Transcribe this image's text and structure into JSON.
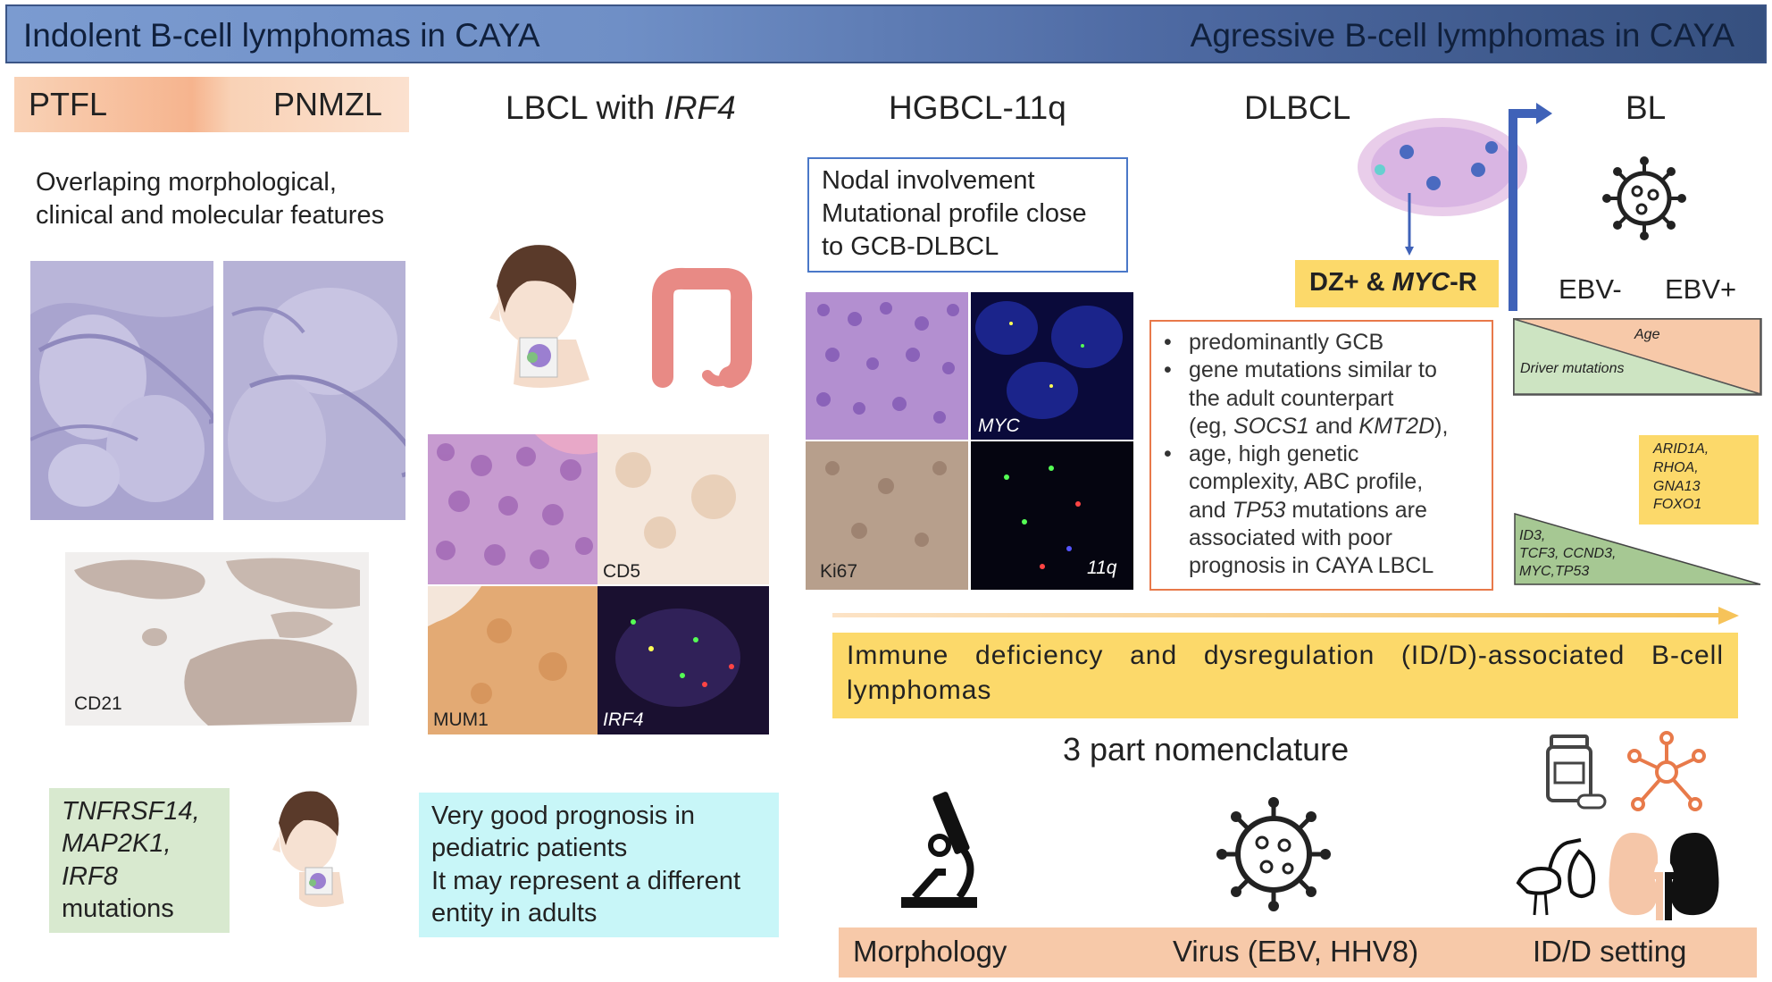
{
  "banner": {
    "left": "Indolent B-cell lymphomas in CAYA",
    "right": "Agressive B-cell lymphomas in CAYA"
  },
  "indolent": {
    "ptfl": "PTFL",
    "pnmzl": "PNMZL",
    "overlap_1": "Overlaping morphological,",
    "overlap_2": "clinical and molecular features",
    "cd21": "CD21",
    "mut_1": "TNFRSF14,",
    "mut_2": "MAP2K1,",
    "mut_3": "IRF8",
    "mut_4": "mutations"
  },
  "lbcl": {
    "title_prefix": "LBCL with ",
    "title_gene": "IRF4",
    "cd5": "CD5",
    "mum1": "MUM1",
    "irf4": "IRF4",
    "prog_1": "Very good prognosis in",
    "prog_2": "pediatric patients",
    "prog_3": "It may represent a different",
    "prog_4": "entity in adults"
  },
  "hgbcl": {
    "title": "HGBCL-11q",
    "box_1": "Nodal involvement",
    "box_2": "Mutational profile close",
    "box_3": "to GCB-DLBCL",
    "myc": "MYC",
    "ki67": "Ki67",
    "q11": "11q"
  },
  "dlbcl": {
    "title": "DLBCL",
    "dz_prefix": "DZ+ & ",
    "dz_gene": "MYC",
    "dz_suffix": "-R",
    "b1": "predominantly GCB",
    "b2_1": "gene mutations similar to",
    "b2_2": "the adult counterpart",
    "b2_3a": "(eg, ",
    "b2_3b": "SOCS1",
    "b2_3c": " and ",
    "b2_3d": "KMT2D",
    "b2_3e": "),",
    "b3_1": "age, high genetic",
    "b3_2": "complexity, ABC profile,",
    "b3_3a": "and ",
    "b3_3b": "TP53",
    "b3_3c": " mutations are",
    "b3_4": "associated with poor",
    "b3_5": "prognosis in CAYA LBCL"
  },
  "bl": {
    "title": "BL",
    "ebv_neg": "EBV-",
    "ebv_pos": "EBV+",
    "age": "Age",
    "driver": "Driver mutations",
    "genes_top_1": "ARID1A,",
    "genes_top_2": "RHOA,",
    "genes_top_3": "GNA13",
    "genes_top_4": "FOXO1",
    "genes_bot_1": "ID3,",
    "genes_bot_2": "TCF3, CCND3,",
    "genes_bot_3": "MYC,TP53"
  },
  "idd": {
    "line_1": "Immune deficiency and dysregulation (ID/D)-associated B-cell",
    "line_2": "lymphomas",
    "nomenclature": "3 part nomenclature",
    "morphology": "Morphology",
    "virus": "Virus (EBV, HHV8)",
    "setting": "ID/D setting"
  },
  "colors": {
    "banner": "#6f8fc6",
    "peach": "#f9cfb0",
    "green_box": "#d8e9cf",
    "cyan_box": "#c8f6f8",
    "yellow": "#fcd96a",
    "salmon": "#f7c9a9",
    "blue_border": "#4a78c8",
    "orange_border": "#e8794a"
  },
  "icons": [
    "head-neck-icon",
    "colon-icon",
    "lymph-cell-icon",
    "virus-icon",
    "microscope-icon",
    "pill-bottle-icon",
    "network-icon",
    "stork-icon",
    "kidney-icon"
  ]
}
